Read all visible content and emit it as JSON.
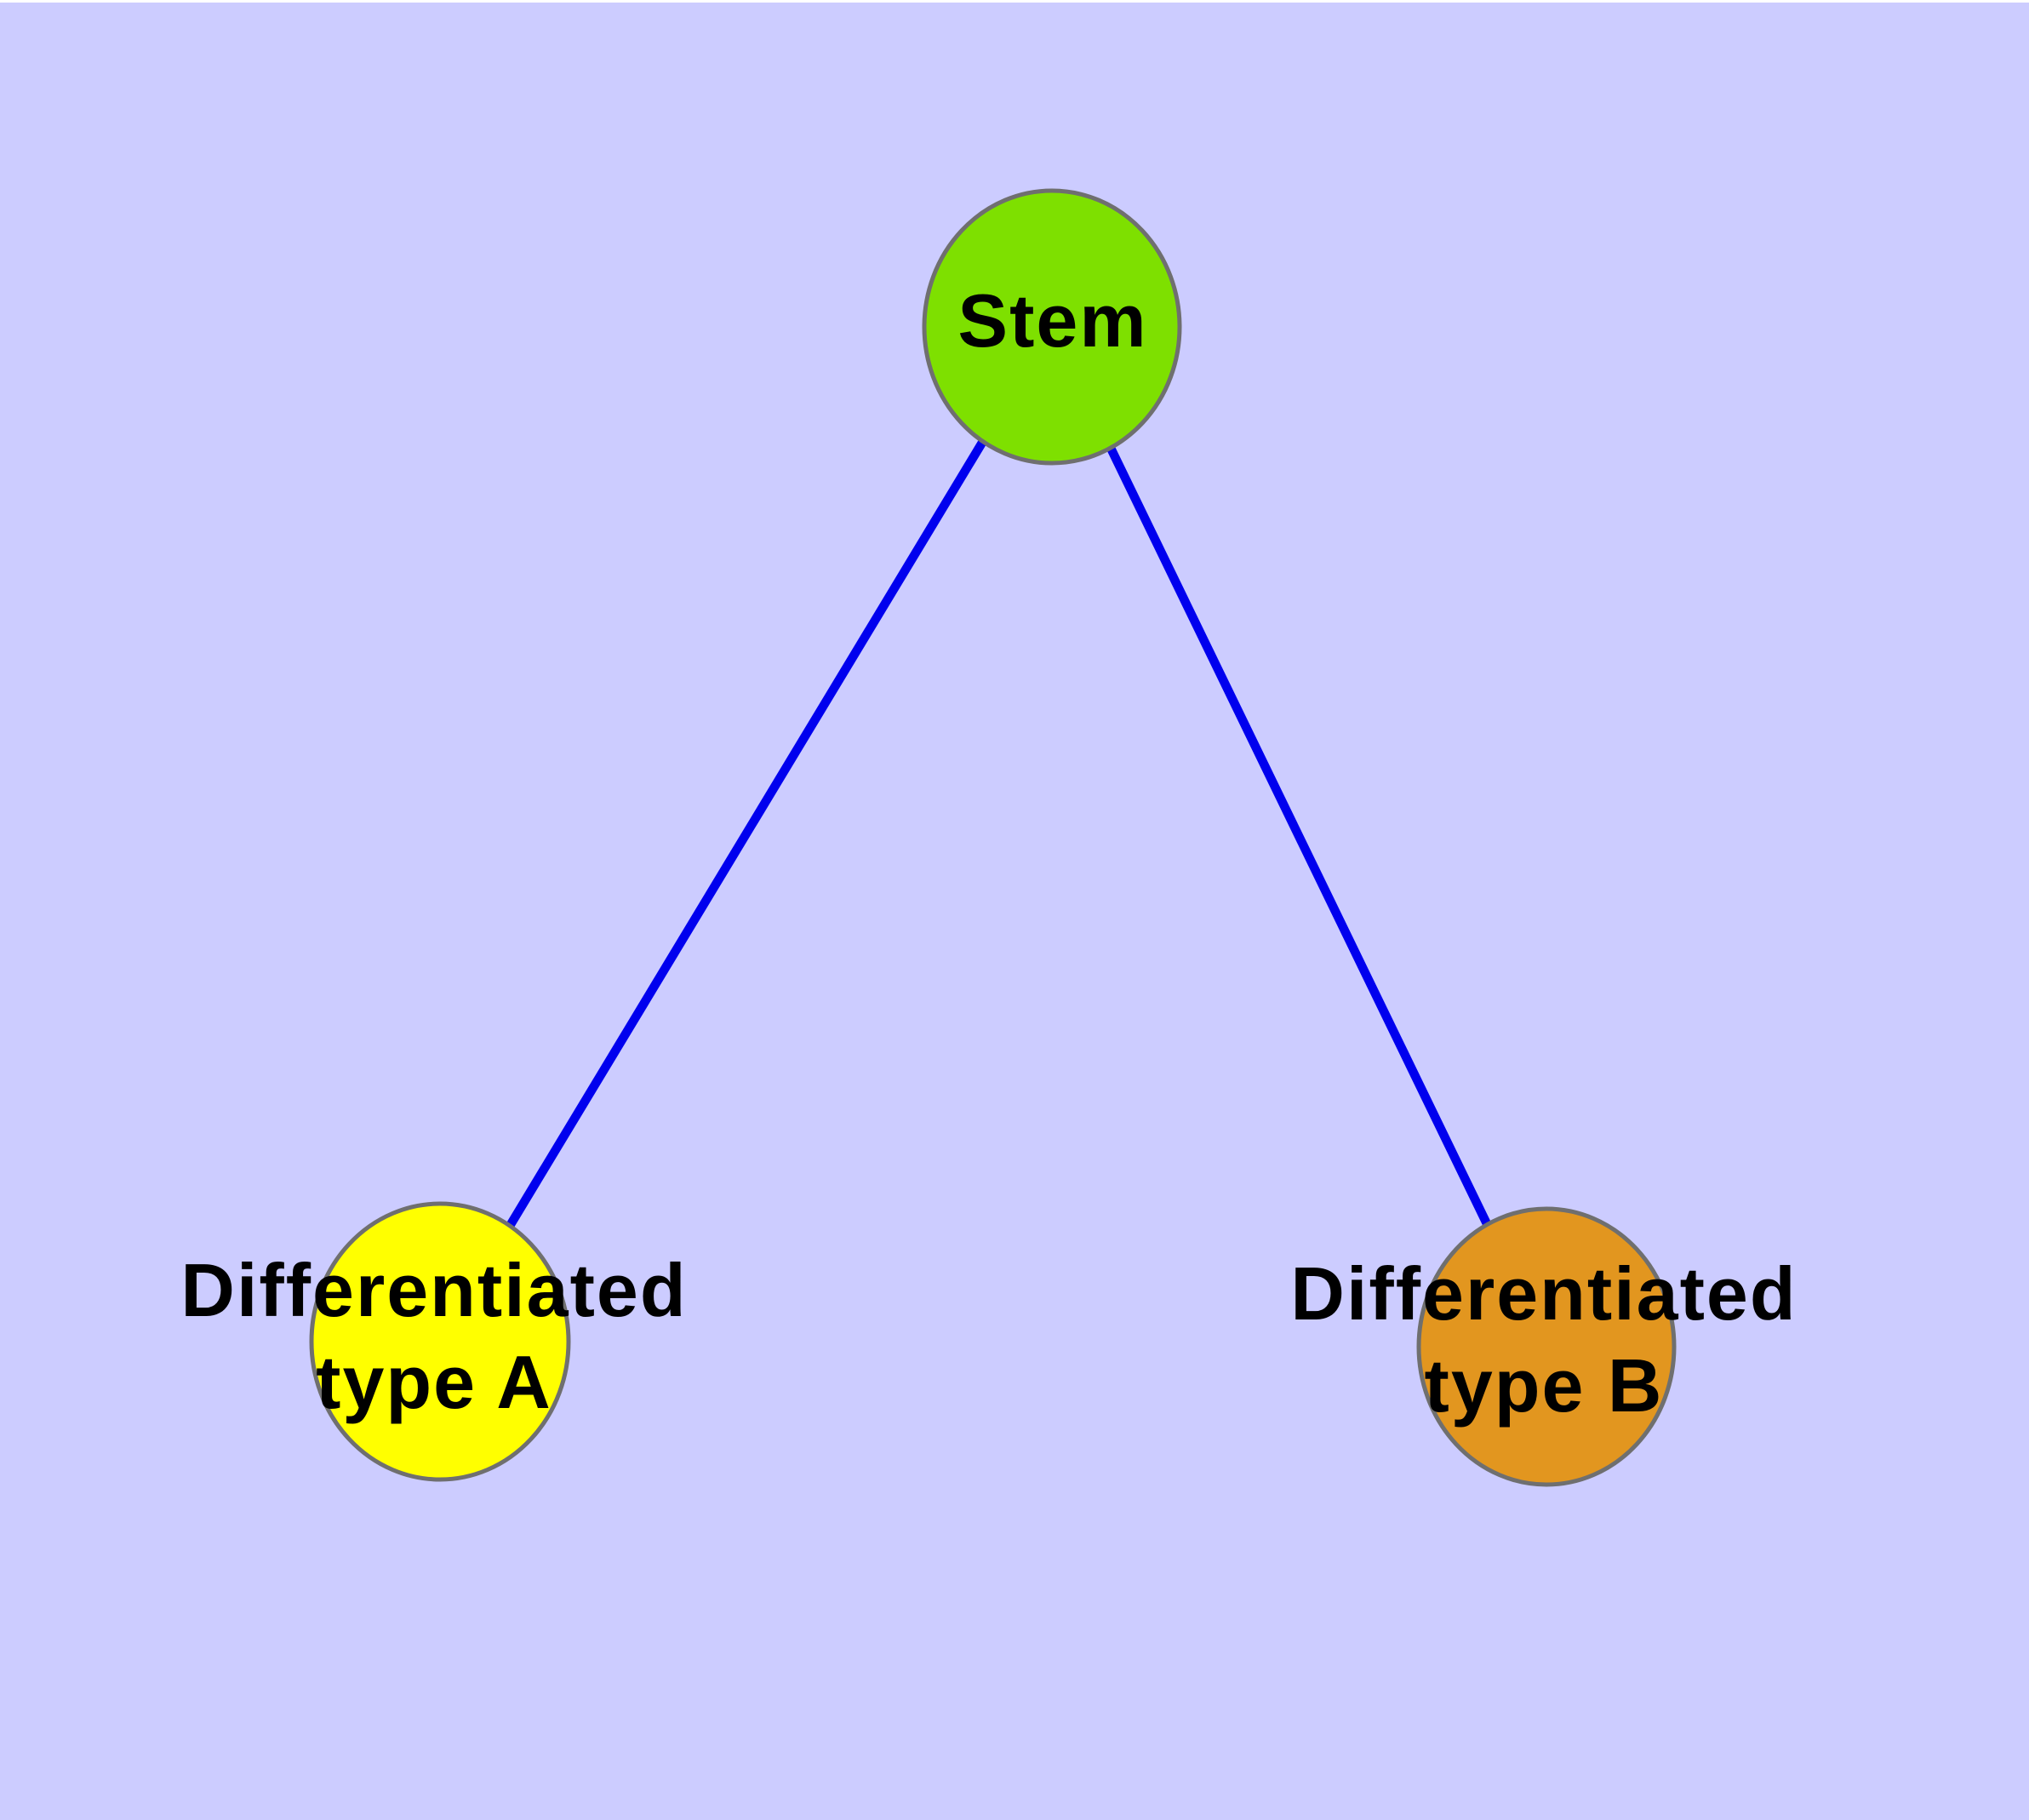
{
  "diagram": {
    "background_color": "#ccccff",
    "edge_color": "#0000ee",
    "node_border_color": "#6f6f6f",
    "label_color": "#000000",
    "nodes": [
      {
        "id": "stem",
        "label": "Stem",
        "fill_color": "#7ee000"
      },
      {
        "id": "differentiated-type-a",
        "label": "Differentiated type A",
        "label_line1": "Differentiated",
        "label_line2": "type A",
        "fill_color": "#ffff00"
      },
      {
        "id": "differentiated-type-b",
        "label": "Differentiated type B",
        "label_line1": "Differentiated",
        "label_line2": "type B",
        "fill_color": "#e2961f"
      }
    ],
    "edges": [
      {
        "from": "stem",
        "to": "differentiated-type-a"
      },
      {
        "from": "stem",
        "to": "differentiated-type-b"
      }
    ]
  }
}
